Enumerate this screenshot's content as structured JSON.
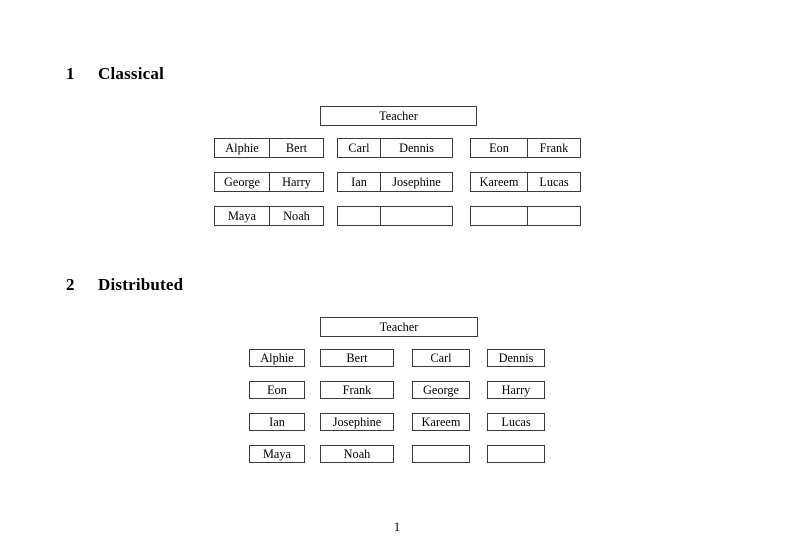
{
  "document": {
    "page_number": "1",
    "sections": [
      {
        "number": "1",
        "title": "Classical",
        "teacher_label": "Teacher",
        "groups": [
          {
            "rows": [
              [
                "Alphie",
                "Bert"
              ],
              [
                "George",
                "Harry"
              ],
              [
                "Maya",
                "Noah"
              ]
            ]
          },
          {
            "rows": [
              [
                "Carl",
                "Dennis"
              ],
              [
                "Ian",
                "Josephine"
              ],
              [
                "",
                ""
              ]
            ]
          },
          {
            "rows": [
              [
                "Eon",
                "Frank"
              ],
              [
                "Kareem",
                "Lucas"
              ],
              [
                "",
                ""
              ]
            ]
          }
        ]
      },
      {
        "number": "2",
        "title": "Distributed",
        "teacher_label": "Teacher",
        "rows": [
          [
            "Alphie",
            "Bert",
            "Carl",
            "Dennis"
          ],
          [
            "Eon",
            "Frank",
            "George",
            "Harry"
          ],
          [
            "Ian",
            "Josephine",
            "Kareem",
            "Lucas"
          ],
          [
            "Maya",
            "Noah",
            "",
            ""
          ]
        ]
      }
    ]
  },
  "colors": {
    "page_background": "#ffffff",
    "text": "#000000",
    "box_border": "#3a3a3a"
  }
}
